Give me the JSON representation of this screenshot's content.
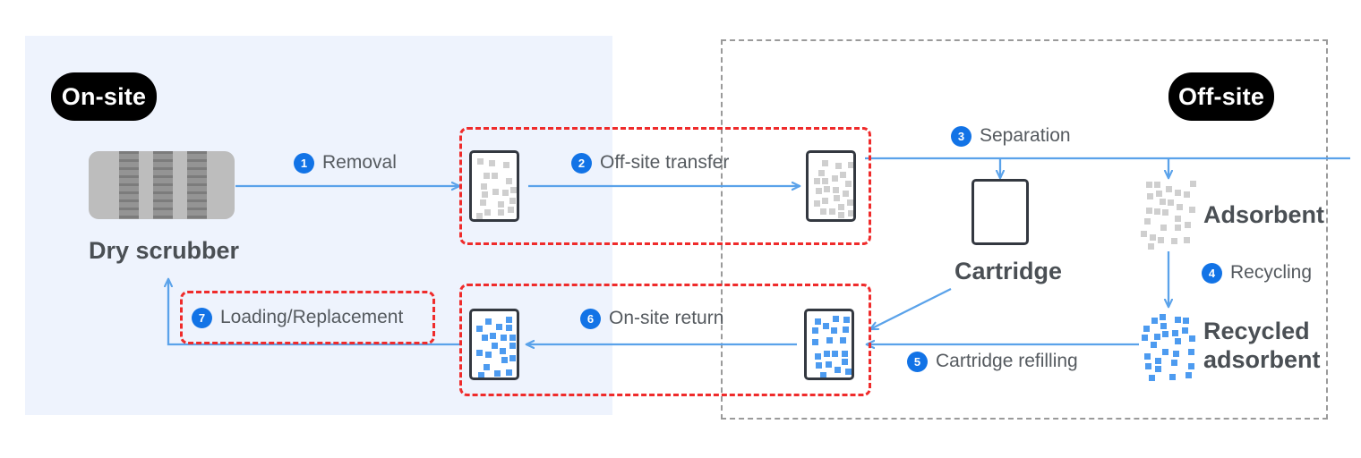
{
  "zones": {
    "onsite_label": "On-site",
    "offsite_label": "Off-site"
  },
  "nodes": {
    "dry_scrubber": "Dry scrubber",
    "cartridge": "Cartridge",
    "adsorbent": "Adsorbent",
    "recycled_adsorbent_line1": "Recycled",
    "recycled_adsorbent_line2": "adsorbent"
  },
  "steps": [
    {
      "number": "1",
      "label": "Removal"
    },
    {
      "number": "2",
      "label": "Off-site transfer"
    },
    {
      "number": "3",
      "label": "Separation"
    },
    {
      "number": "4",
      "label": "Recycling"
    },
    {
      "number": "5",
      "label": "Cartridge refilling"
    },
    {
      "number": "6",
      "label": "On-site return"
    },
    {
      "number": "7",
      "label": "Loading/Replacement"
    }
  ],
  "colors": {
    "accent_blue": "#1273e6",
    "flow_blue": "#5aa2ea",
    "callout_red": "#ef2b2b",
    "zone_fill": "#eef3fd",
    "spent_particle": "#cfcfcf",
    "recycled_particle": "#4d9bf0",
    "badge_black": "#000000",
    "text_gray": "#555a5f"
  }
}
